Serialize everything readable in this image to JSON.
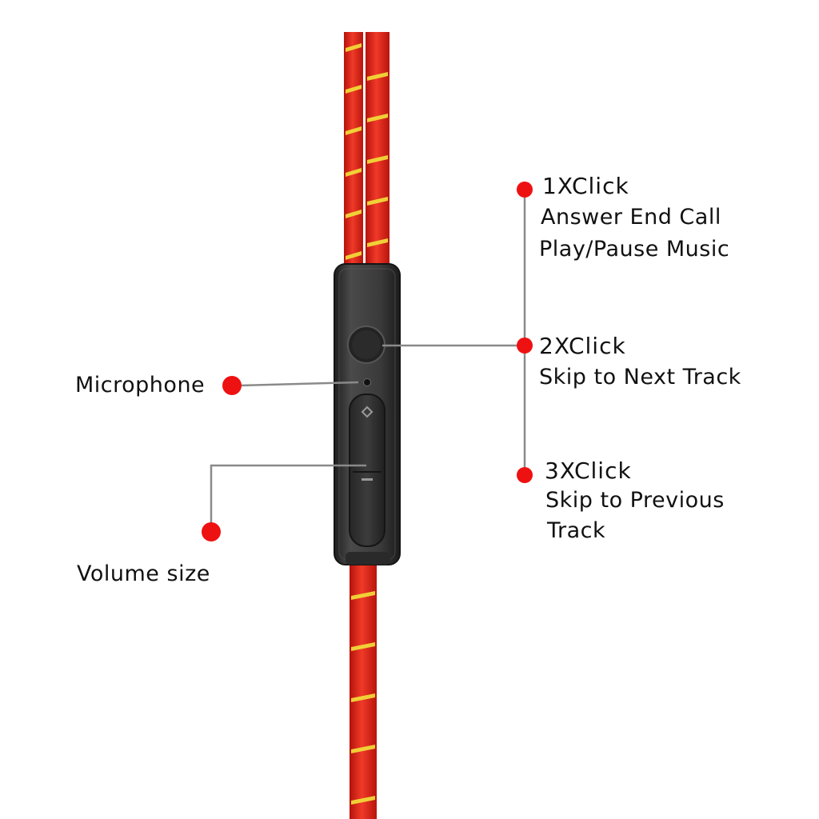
{
  "colors": {
    "cable_red": "#e8281c",
    "cable_stripe": "#f2e23a",
    "remote_body": "#3b3b3b",
    "dot_red": "#ee1111",
    "leader_line": "#8a8a8a",
    "label_text": "#111111"
  },
  "labels": {
    "microphone": "Microphone",
    "volume": "Volume size",
    "click1": {
      "head": "1XClick",
      "line1": "Answer End Call",
      "line2": "Play/Pause Music"
    },
    "click2": {
      "head": "2XClick",
      "line1": "Skip to Next Track"
    },
    "click3": {
      "head": "3XClick",
      "line1": "Skip to Previous",
      "line2": "Track"
    }
  },
  "icons": {
    "volume_up": "plus-icon",
    "volume_down": "minus-icon",
    "button": "round-button-icon"
  }
}
